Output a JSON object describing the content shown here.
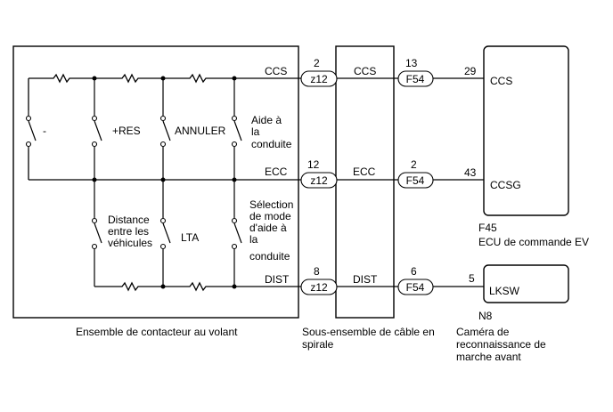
{
  "switch_assembly": {
    "label": "Ensemble de contacteur au volant",
    "switches": {
      "minus": "-",
      "res": "+RES",
      "cancel": "ANNULER",
      "assist_1": "Aide à",
      "assist_2": "la",
      "assist_3": "conduite",
      "distance_1": "Distance",
      "distance_2": "entre les",
      "distance_3": "véhicules",
      "lta": "LTA",
      "mode_1": "Sélection",
      "mode_2": "de mode",
      "mode_3": "d'aide à",
      "mode_4": "la",
      "mode_5": "conduite"
    },
    "terminals": {
      "ccs": "CCS",
      "ecc": "ECC",
      "dist": "DIST"
    }
  },
  "connectors": {
    "z12": {
      "name": "z12",
      "pins": {
        "ccs": "2",
        "ecc": "12",
        "dist": "8"
      }
    },
    "f54": {
      "name": "F54",
      "pins": {
        "ccs": "13",
        "ecc": "2",
        "dist": "6"
      }
    }
  },
  "spiral_cable": {
    "label_1": "Sous-ensemble de câble en",
    "label_2": "spirale",
    "signals": {
      "ccs": "CCS",
      "ecc": "ECC",
      "dist": "DIST"
    }
  },
  "ecu": {
    "code": "F45",
    "label": "ECU de commande EV",
    "pins": {
      "ccs": "29",
      "ccsg": "43"
    },
    "terminals": {
      "ccs": "CCS",
      "ccsg": "CCSG"
    }
  },
  "camera": {
    "code": "N8",
    "label_1": "Caméra de",
    "label_2": "reconnaissance de",
    "label_3": "marche avant",
    "pin": "5",
    "terminal": "LKSW"
  }
}
